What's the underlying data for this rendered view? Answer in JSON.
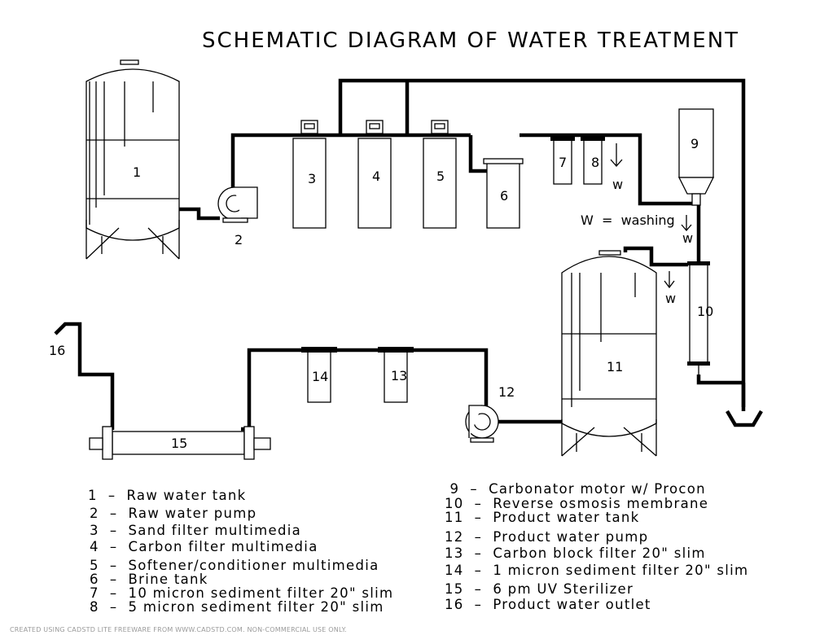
{
  "title": "SCHEMATIC DIAGRAM OF WATER TREATMENT",
  "components": [
    {
      "num": "1"
    },
    {
      "num": "2"
    },
    {
      "num": "3"
    },
    {
      "num": "4"
    },
    {
      "num": "5"
    },
    {
      "num": "6"
    },
    {
      "num": "7"
    },
    {
      "num": "8"
    },
    {
      "num": "9"
    },
    {
      "num": "10"
    },
    {
      "num": "11"
    },
    {
      "num": "12"
    },
    {
      "num": "13"
    },
    {
      "num": "14"
    },
    {
      "num": "15"
    },
    {
      "num": "16"
    }
  ],
  "washing": {
    "marker": "w",
    "legend": "W  =  washing"
  },
  "legend_left": [
    "1  –  Raw water tank",
    "2  –  Raw water pump",
    "3  –  Sand filter multimedia",
    "4  –  Carbon filter multimedia",
    "5  –  Softener/conditioner multimedia",
    "6  –  Brine tank",
    "7  –  10 micron sediment filter 20\" slim",
    "8  –  5 micron sediment filter 20\" slim"
  ],
  "legend_right": [
    " 9  –  Carbonator motor w/ Procon",
    "10  –  Reverse osmosis membrane",
    "11  –  Product water tank",
    "12  –  Product water pump",
    "13  –  Carbon block filter 20\" slim",
    "14  –  1 micron sediment filter 20\" slim",
    "15  –  6 pm UV Sterilizer",
    "16  –  Product water outlet"
  ],
  "footer": "CREATED USING CADSTD LITE FREEWARE FROM WWW.CADSTD.COM. NON-COMMERCIAL USE ONLY."
}
